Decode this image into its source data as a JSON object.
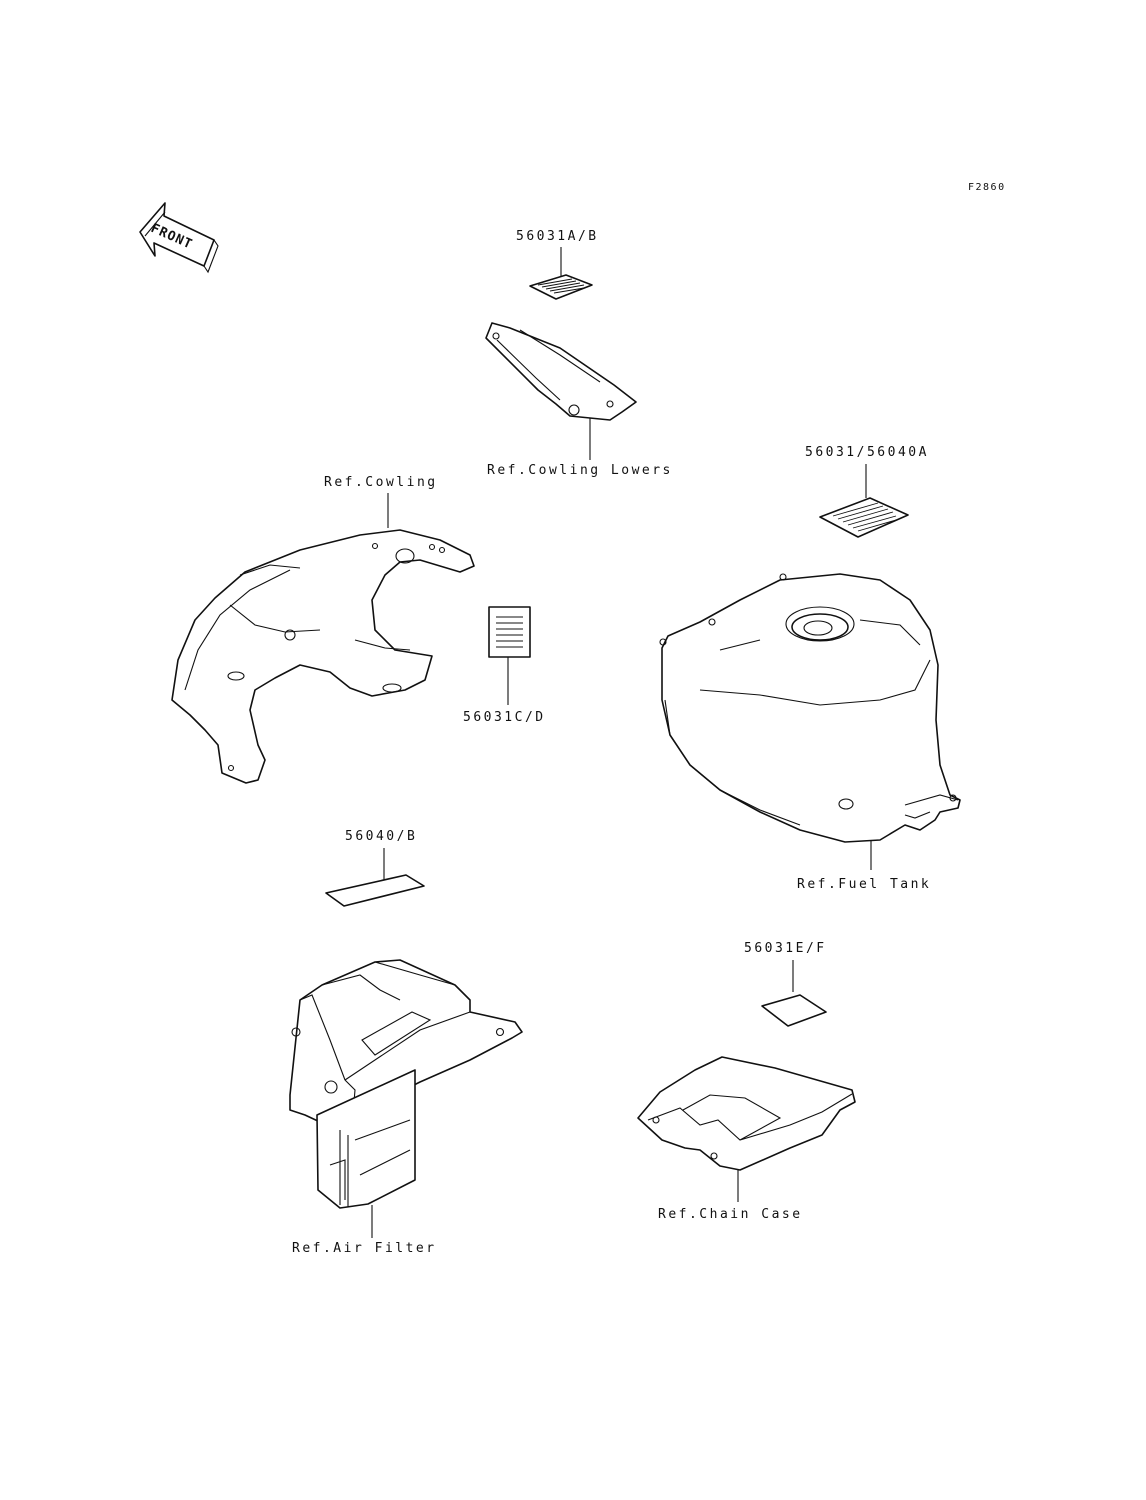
{
  "figure_code": "F2860",
  "front_arrow_text": "FRONT",
  "labels": {
    "label_56031ab": "56031A/B",
    "cowling_lowers": "Ref.Cowling Lowers",
    "cowling": "Ref.Cowling",
    "label_56031_56040a": "56031/56040A",
    "label_56031cd": "56031C/D",
    "fuel_tank": "Ref.Fuel Tank",
    "label_56040b": "56040/B",
    "label_56031ef": "56031E/F",
    "air_filter": "Ref.Air Filter",
    "chain_case": "Ref.Chain Case"
  }
}
